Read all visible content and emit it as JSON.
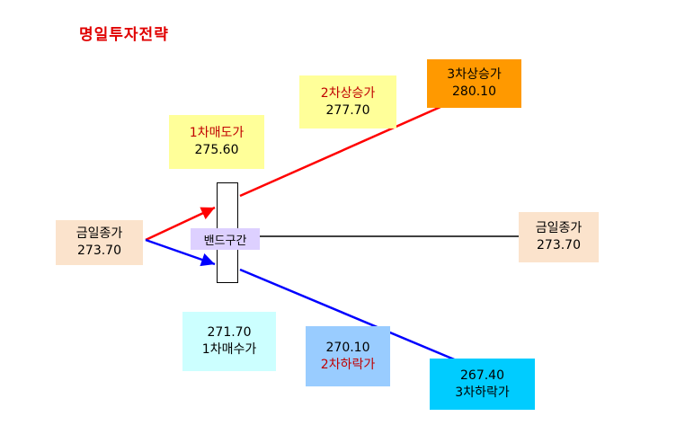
{
  "title": "명일투자전략",
  "start": {
    "label": "금일종가",
    "value": "273.70"
  },
  "end": {
    "label": "금일종가",
    "value": "273.70"
  },
  "band": {
    "label": "밴드구간"
  },
  "sell1": {
    "label": "1차매도가",
    "value": "275.60"
  },
  "rise2": {
    "label": "2차상승가",
    "value": "277.70"
  },
  "rise3": {
    "label": "3차상승가",
    "value": "280.10"
  },
  "buy1": {
    "value": "271.70",
    "label": "1차매수가"
  },
  "fall2": {
    "value": "270.10",
    "label": "2차하락가"
  },
  "fall3": {
    "value": "267.40",
    "label": "3차하락가"
  },
  "colors": {
    "up_line": "#ff0000",
    "down_line": "#0000ff",
    "flat_line": "#000000",
    "title": "#e00000"
  }
}
